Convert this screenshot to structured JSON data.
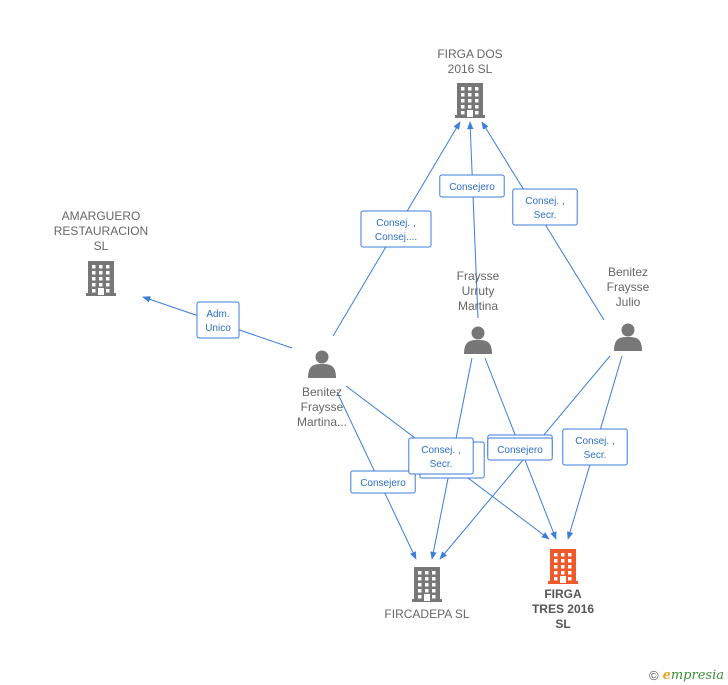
{
  "nodes": [
    {
      "id": "firga_dos",
      "type": "company",
      "lines": [
        "FIRGA DOS",
        "2016  SL"
      ],
      "color": "#777777"
    },
    {
      "id": "amarguero",
      "type": "company",
      "lines": [
        "AMARGUERO",
        "RESTAURACION",
        "SL"
      ],
      "color": "#777777"
    },
    {
      "id": "fraysse_urruty",
      "type": "person",
      "lines": [
        "Fraysse",
        "Urruty",
        "Martina"
      ],
      "color": "#777777"
    },
    {
      "id": "benitez_julio",
      "type": "person",
      "lines": [
        "Benitez",
        "Fraysse",
        "Julio"
      ],
      "color": "#777777"
    },
    {
      "id": "benitez_martina",
      "type": "person",
      "lines": [
        "Benitez",
        "Fraysse",
        "Martina..."
      ],
      "color": "#777777"
    },
    {
      "id": "fircadepa",
      "type": "company",
      "lines": [
        "FIRCADEPA  SL"
      ],
      "color": "#777777"
    },
    {
      "id": "firga_tres",
      "type": "company",
      "lines": [
        "FIRGA",
        "TRES 2016",
        "SL"
      ],
      "color": "#f0592a",
      "focus": true
    }
  ],
  "edges": [
    {
      "id": "e1",
      "from": "benitez_martina",
      "to": "firga_dos",
      "label": [
        "Consej. ,",
        "Consej...."
      ]
    },
    {
      "id": "e2",
      "from": "fraysse_urruty",
      "to": "firga_dos",
      "label": [
        "Consejero"
      ]
    },
    {
      "id": "e3",
      "from": "benitez_julio",
      "to": "firga_dos",
      "label": [
        "Consej. ,",
        "Secr."
      ]
    },
    {
      "id": "e4",
      "from": "benitez_martina",
      "to": "amarguero",
      "label": [
        "Adm.",
        "Unico"
      ]
    },
    {
      "id": "e5",
      "from": "benitez_martina",
      "to": "fircadepa",
      "label": [
        "Consejero"
      ]
    },
    {
      "id": "e6",
      "from": "benitez_martina",
      "to": "firga_tres",
      "label": [
        "Consej. ,",
        "Secr."
      ]
    },
    {
      "id": "e7",
      "from": "fraysse_urruty",
      "to": "fircadepa",
      "label": [
        "Consej. ,",
        "Secr."
      ]
    },
    {
      "id": "e8",
      "from": "fraysse_urruty",
      "to": "firga_tres",
      "label": [
        "Consejero"
      ]
    },
    {
      "id": "e9",
      "from": "benitez_julio",
      "to": "fircadepa",
      "label": [
        "Consejero"
      ]
    },
    {
      "id": "e10",
      "from": "benitez_julio",
      "to": "firga_tres",
      "label": [
        "Consej. ,",
        "Secr."
      ]
    }
  ],
  "footer": {
    "copyright": "©",
    "brand_initial": "e",
    "brand_rest": "mpresia"
  }
}
